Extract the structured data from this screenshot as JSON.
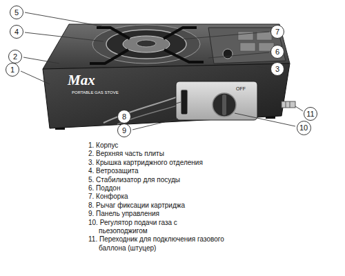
{
  "diagram": {
    "nodes": [
      {
        "text": [
          "5"
        ]
      },
      {
        "text": [
          "4"
        ]
      },
      {
        "text": [
          "7"
        ]
      },
      {
        "text": [
          "6"
        ]
      },
      {
        "text": [
          "2"
        ]
      },
      {
        "text": [
          "3"
        ]
      },
      {
        "text": [
          "1"
        ]
      },
      {
        "text": [
          "11"
        ]
      },
      {
        "text": [
          "8"
        ]
      },
      {
        "text": [
          "10"
        ]
      },
      {
        "text": [
          "9"
        ]
      }
    ],
    "labels": [
      "Max",
      "PORTABLE GAS STOVE",
      "OFF",
      "1. Корпус",
      "2. Верхняя часть плиты",
      "3. Крышка картриджного отделения",
      "4. Ветрозащита",
      "5. Стабилизатор для посуды",
      "6. Поддон",
      "7. Конфорка",
      "8. Рычаг фиксации картриджа",
      "9. Панель управления",
      "10. Регулятор подачи газа с пьезоподжигом",
      "11. Переходник для подключения газового баллона (штуцер)"
    ]
  }
}
